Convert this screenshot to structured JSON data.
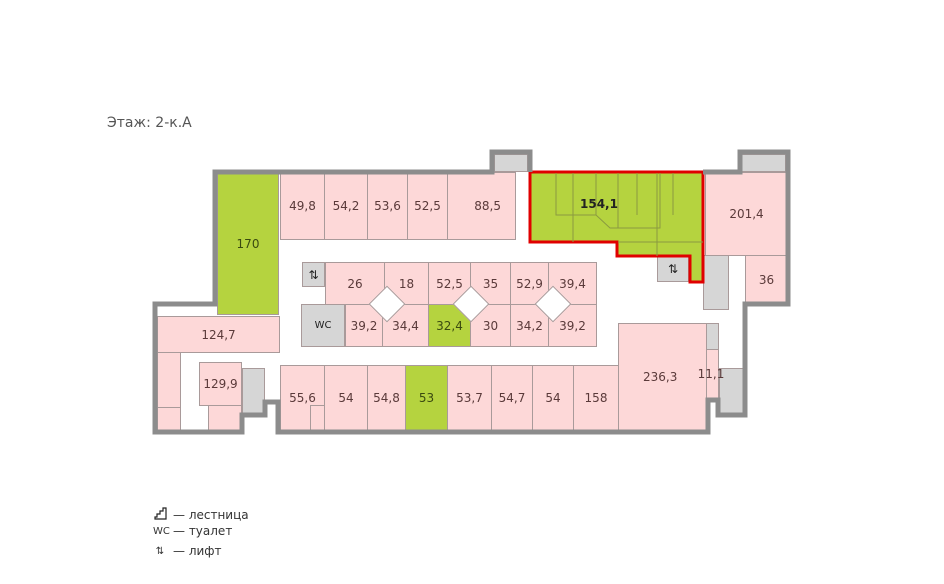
{
  "floor_title": "Этаж: 2-к.А",
  "rooms": {
    "r170": "170",
    "r498": "49,8",
    "r542": "54,2",
    "r536": "53,6",
    "r525a": "52,5",
    "r885": "88,5",
    "r1541": "154,1",
    "r2014": "201,4",
    "r36": "36",
    "r26": "26",
    "r18": "18",
    "r525b": "52,5",
    "r35": "35",
    "r529": "52,9",
    "r394": "39,4",
    "r392a": "39,2",
    "r344": "34,4",
    "r324": "32,4",
    "r30": "30",
    "r342": "34,2",
    "r392b": "39,2",
    "r1247": "124,7",
    "r1299": "129,9",
    "r556": "55,6",
    "r54a": "54",
    "r548": "54,8",
    "r53": "53",
    "r537": "53,7",
    "r547": "54,7",
    "r54b": "54",
    "r158": "158",
    "r2363": "236,3",
    "r111": "11,1"
  },
  "icons": {
    "wc": "WC",
    "lift": "⇅"
  },
  "legend": [
    {
      "icon": "stairs-icon",
      "label": "— лестница"
    },
    {
      "icon": "wc-icon",
      "glyph": "WC",
      "label": "— туалет"
    },
    {
      "icon": "lift-icon",
      "glyph": "⇅",
      "label": "— лифт"
    }
  ],
  "colors": {
    "available": "#b5d33f",
    "occupied": "#fdd8d8",
    "service": "#d6d6d6",
    "selected_border": "#e00000",
    "wall": "#8c8c8c"
  }
}
